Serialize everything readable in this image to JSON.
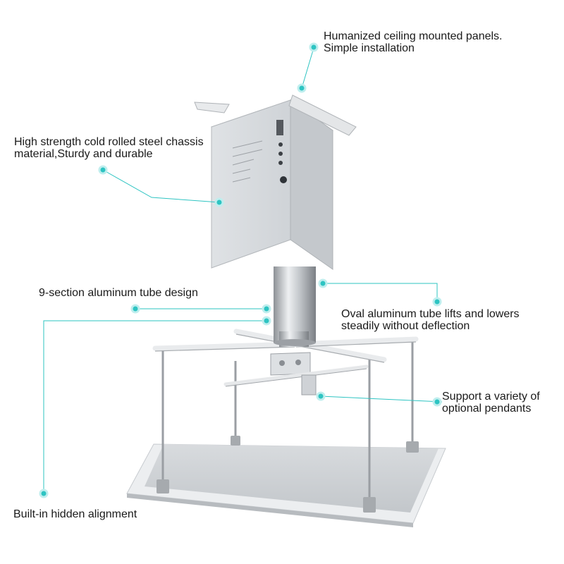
{
  "accent_color": "#2ec4c2",
  "callouts": {
    "ceiling": {
      "line1": "Humanized ceiling mounted panels.",
      "line2": "Simple installation"
    },
    "chassis": {
      "line1": "High strength cold rolled steel chassis",
      "line2": "material,Sturdy and durable"
    },
    "tube": {
      "line1": "9-section aluminum tube design"
    },
    "oval": {
      "line1": "Oval aluminum tube lifts and lowers",
      "line2": "steadily without deflection"
    },
    "pendants": {
      "line1": "Support a variety of",
      "line2": "optional pendants"
    },
    "alignment": {
      "line1": "Built-in hidden alignment"
    }
  }
}
